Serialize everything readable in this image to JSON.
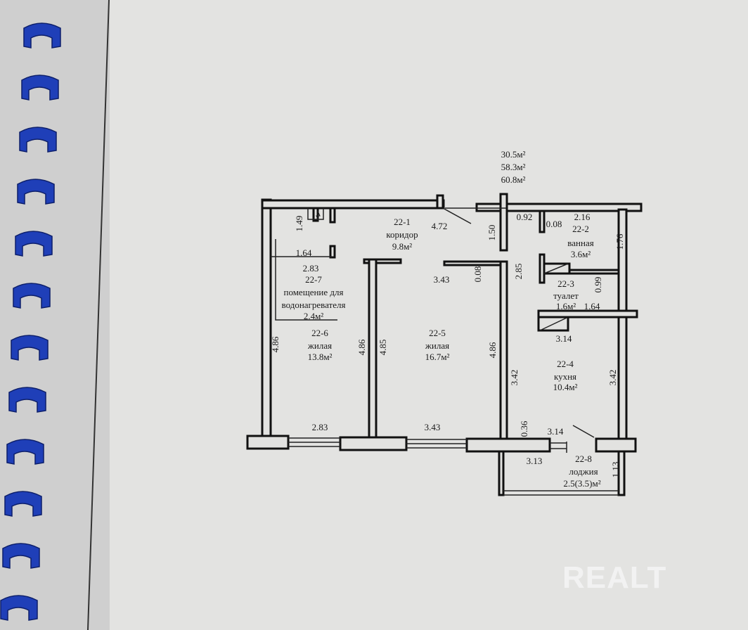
{
  "totals": {
    "living": "30.5м²",
    "total": "58.3м²",
    "with_loggia": "60.8м²"
  },
  "rooms": {
    "r1": {
      "id": "22-1",
      "name": "коридор",
      "area": "9.8м²"
    },
    "r2": {
      "id": "22-2",
      "name": "ванная",
      "area": "3.6м²"
    },
    "r3": {
      "id": "22-3",
      "name": "туалет",
      "area": "1.6м²"
    },
    "r4": {
      "id": "22-4",
      "name": "кухня",
      "area": "10.4м²"
    },
    "r5": {
      "id": "22-5",
      "name": "жилая",
      "area": "16.7м²"
    },
    "r6": {
      "id": "22-6",
      "name": "жилая",
      "area": "13.8м²"
    },
    "r7": {
      "id": "22-7",
      "name1": "помещение для",
      "name2": "водонагревателя",
      "area": "2.4м²"
    },
    "r8": {
      "id": "22-8",
      "name": "лоджия",
      "area": "2.5(3.5)м²"
    }
  },
  "dims": {
    "d149": "1.49",
    "d472": "4.72",
    "d150": "1.50",
    "d092": "0.92",
    "d008a": "0.08",
    "d216": "2.16",
    "d176": "1.76",
    "d164a": "1.64",
    "d283a": "2.83",
    "d343a": "3.43",
    "d008b": "0.08",
    "d285": "2.85",
    "d099": "0.99",
    "d164b": "1.64",
    "d314a": "3.14",
    "d486a": "4.86",
    "d486b": "4.86",
    "d485": "4.85",
    "d486c": "4.86",
    "d342a": "3.42",
    "d342b": "3.42",
    "d283b": "2.83",
    "d343b": "3.43",
    "d036": "0.36",
    "d314b": "3.14",
    "d313": "3.13",
    "d113": "1.13"
  },
  "watermark": "REALT",
  "colors": {
    "binder": "#1f3fb8",
    "paper": "#e2e2e0"
  }
}
